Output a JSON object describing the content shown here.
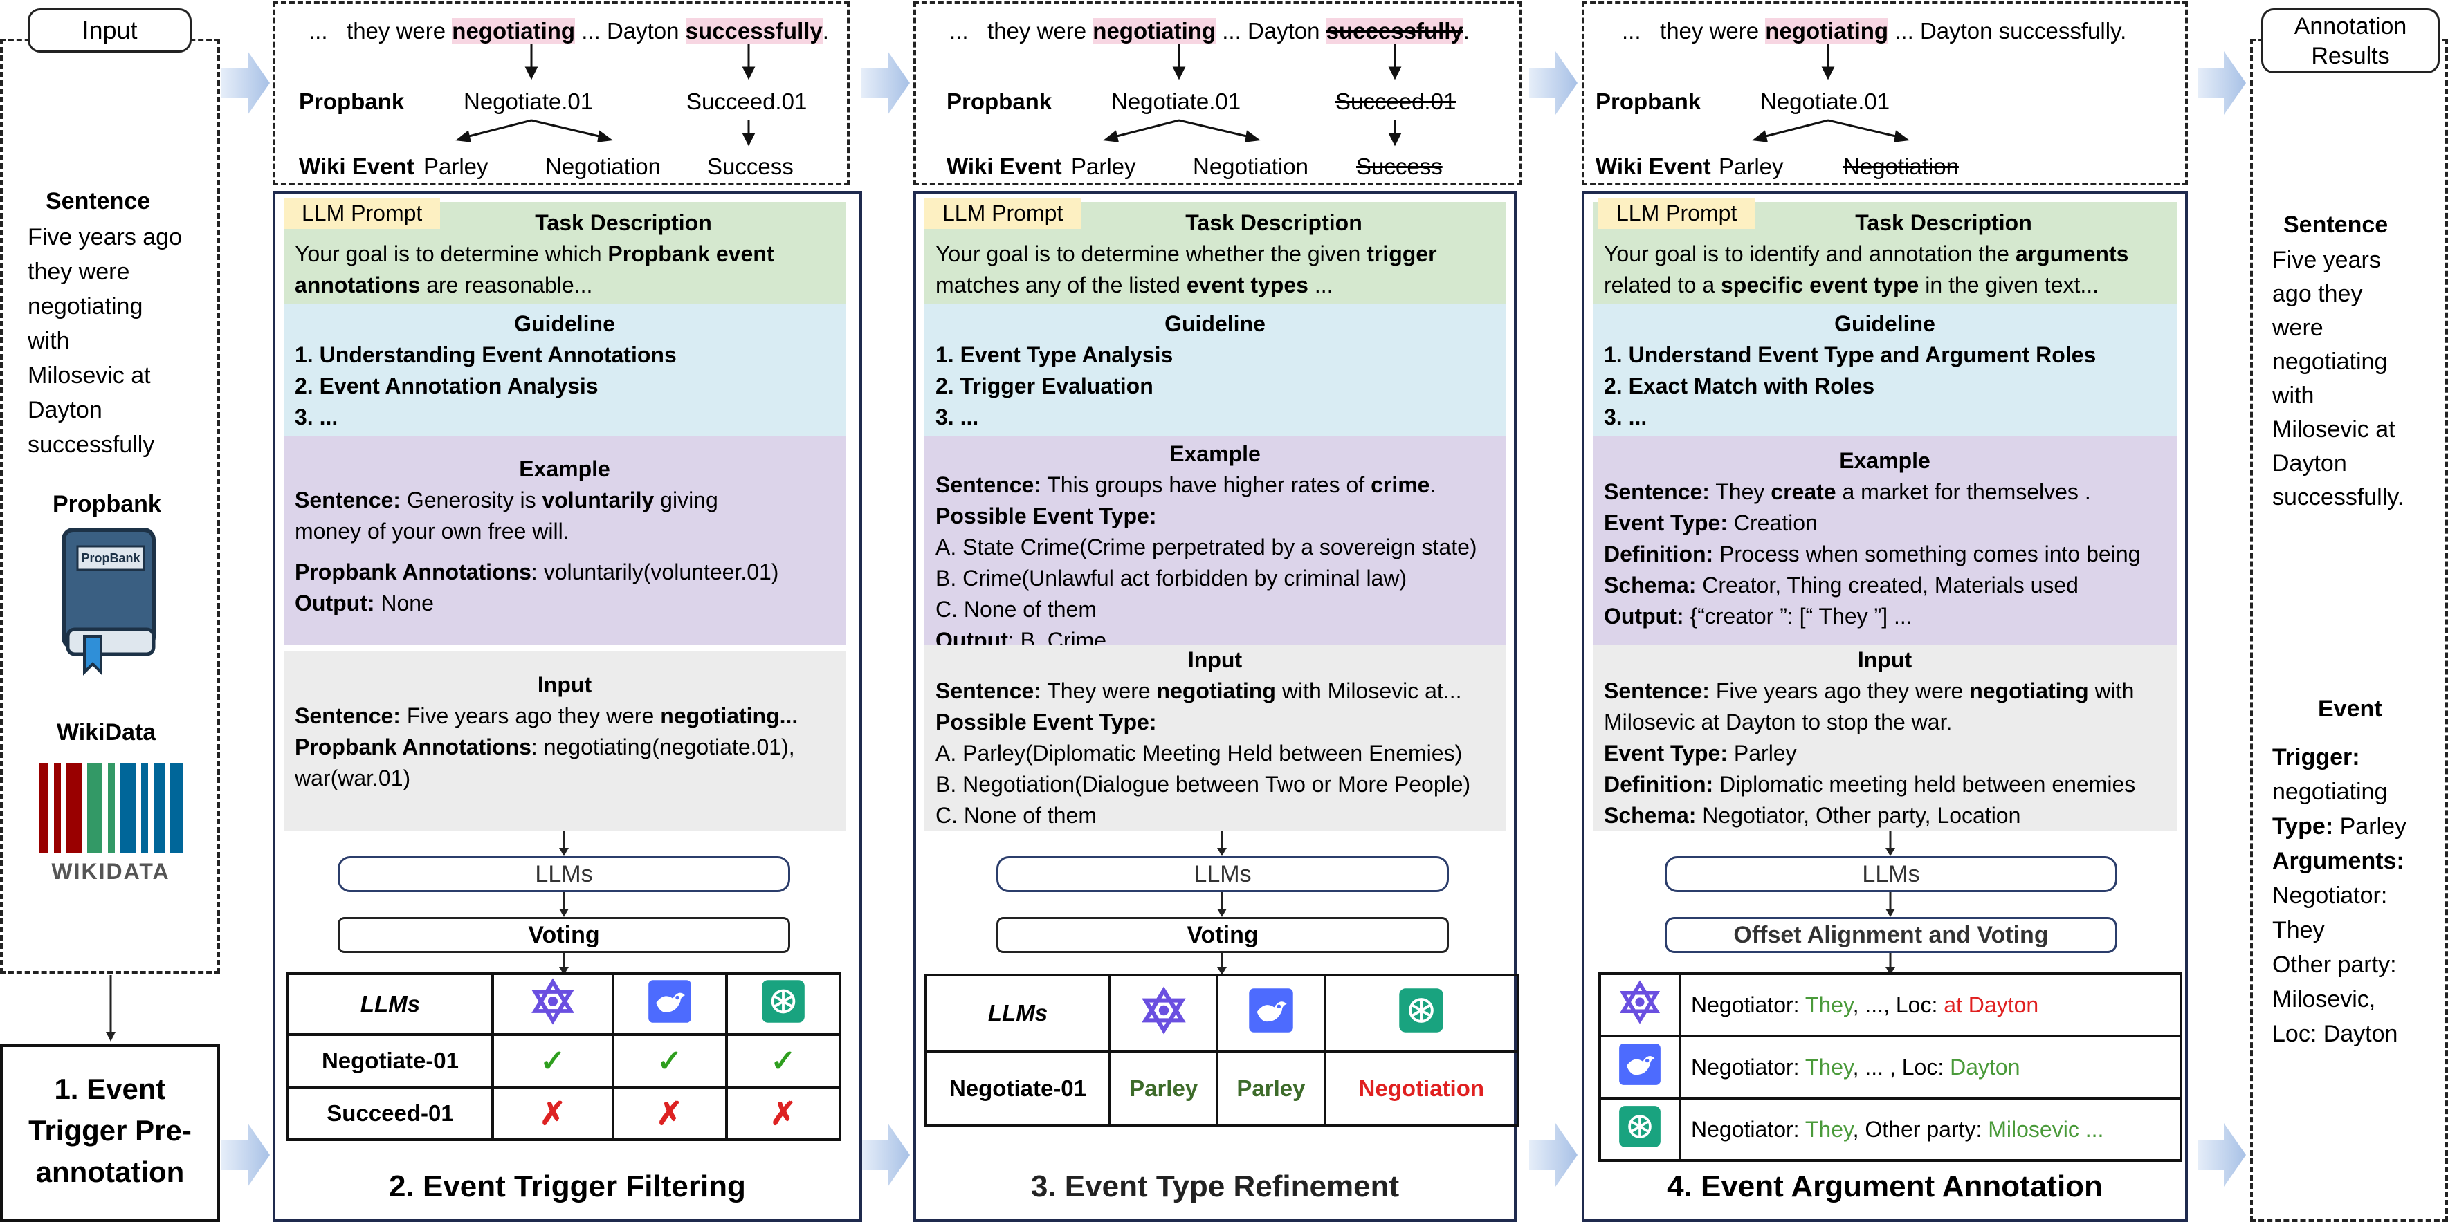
{
  "input_panel": {
    "tab": "Input",
    "sentence_heading": "Sentence",
    "sentence_lines": [
      "Five years ago",
      "they were",
      "negotiating",
      "with",
      "Milosevic at",
      "Dayton",
      "successfully"
    ],
    "propbank_heading": "Propbank",
    "propbank_book_label": "PropBank",
    "wikidata_heading": "WikiData",
    "wikidata_logo_text": "WIKIDATA"
  },
  "step1": {
    "line1": "1. Event",
    "line2": "Trigger Pre-",
    "line3": "annotation"
  },
  "results_panel": {
    "tab_line1": "Annotation",
    "tab_line2": "Results",
    "sentence_heading": "Sentence",
    "sentence_lines": [
      "Five years",
      "ago they",
      "were",
      "negotiating",
      "with",
      "Milosevic at",
      "Dayton",
      "successfully."
    ],
    "event_heading": "Event",
    "trigger_label": "Trigger:",
    "trigger_value": "negotiating",
    "type_label": "Type:",
    "type_value": "Parley",
    "arguments_label": "Arguments:",
    "arg_lines": [
      "Negotiator:",
      "They",
      "Other party:",
      "Milosevic,",
      "Loc: Dayton"
    ]
  },
  "top_common": {
    "ellipsis": "...",
    "they_were": "they were",
    "negotiating": "negotiating",
    "mid": "... Dayton",
    "successfully": "successfully",
    "period": ".",
    "propbank_label": "Propbank",
    "negotiate": "Negotiate.01",
    "succeed": "Succeed.01",
    "wiki_label": "Wiki Event",
    "parley": "Parley",
    "negotiation": "Negotiation",
    "success": "Success",
    "dayton_successfully": "... Dayton successfully."
  },
  "panel2": {
    "llm_prompt_tab": "LLM Prompt",
    "task_heading": "Task Description",
    "task_line1_pre": "Your goal is to determine which ",
    "task_line1_bold": "Propbank event",
    "task_line2_bold": "annotations",
    "task_line2_post": " are reasonable...",
    "guideline_heading": "Guideline",
    "guideline_items": [
      "1. Understanding Event Annotations",
      "2. Event Annotation Analysis",
      "3. ..."
    ],
    "example_heading": "Example",
    "ex_sentence_label": "Sentence:",
    "ex_sentence_pre": " Generosity is ",
    "ex_sentence_bold": "voluntarily",
    "ex_sentence_post": " giving",
    "ex_sentence_line2": "money of your own free will.",
    "ex_pb_label": "Propbank Annotations",
    "ex_pb_value": ": voluntarily(volunteer.01)",
    "ex_output_label": "Output:",
    "ex_output_value": " None",
    "input_heading": "Input",
    "in_sentence_label": "Sentence:",
    "in_sentence_pre": " Five years ago they were ",
    "in_sentence_bold": "negotiating...",
    "in_pb_label": "Propbank Annotations",
    "in_pb_value": ":  negotiating(negotiate.01),",
    "in_pb_line2": "war(war.01)",
    "llms_box": "LLMs",
    "voting_box": "Voting",
    "table_header": "LLMs",
    "row1_label": "Negotiate-01",
    "row1_marks": [
      "✓",
      "✓",
      "✓"
    ],
    "row2_label": "Succeed-01",
    "row2_marks": [
      "✗",
      "✗",
      "✗"
    ],
    "caption": "2. Event Trigger Filtering"
  },
  "panel3": {
    "llm_prompt_tab": "LLM Prompt",
    "task_heading": "Task Description",
    "task_line1_pre": "Your goal is to determine whether the given ",
    "task_line1_bold": "trigger",
    "task_line2_pre": "matches any of the listed ",
    "task_line2_bold": "event types",
    "task_line2_post": " ...",
    "guideline_heading": "Guideline",
    "guideline_items": [
      "1. Event Type Analysis",
      "2. Trigger Evaluation",
      "3. ..."
    ],
    "example_heading": "Example",
    "ex_sentence_label": "Sentence:",
    "ex_sentence_pre": " This groups have higher rates of ",
    "ex_sentence_bold": "crime",
    "ex_sentence_post": ".",
    "ex_pet_label": "Possible Event Type:",
    "ex_options": [
      "A. State Crime(Crime perpetrated by a sovereign state)",
      "B. Crime(Unlawful act forbidden by criminal law)",
      "C. None of them"
    ],
    "ex_output_label": "Output",
    "ex_output_value": ": B. Crime",
    "input_heading": "Input",
    "in_sentence_label": "Sentence:",
    "in_sentence_pre": " They were ",
    "in_sentence_bold": "negotiating",
    "in_sentence_post": " with Milosevic at...",
    "in_pet_label": "Possible Event Type:",
    "in_options": [
      "A. Parley(Diplomatic Meeting Held between Enemies)",
      "B. Negotiation(Dialogue between Two or More People)",
      "C. None of them"
    ],
    "llms_box": "LLMs",
    "voting_box": "Voting",
    "table_header": "LLMs",
    "row_label": "Negotiate-01",
    "row_values": [
      "Parley",
      "Parley",
      "Negotiation"
    ],
    "caption": "3. Event Type Refinement"
  },
  "panel4": {
    "llm_prompt_tab": "LLM Prompt",
    "task_heading": "Task Description",
    "task_line1_pre": "Your goal is to identify and annotation the ",
    "task_line1_bold": "arguments",
    "task_line2_pre": "related to a ",
    "task_line2_bold": "specific event type",
    "task_line2_post": " in the given text...",
    "guideline_heading": "Guideline",
    "guideline_items": [
      "1. Understand Event Type and Argument Roles",
      "2. Exact Match with Roles",
      "3. ..."
    ],
    "example_heading": "Example",
    "ex_sentence_label": "Sentence:",
    "ex_sentence_pre": " They ",
    "ex_sentence_bold": "create",
    "ex_sentence_post": " a market for themselves .",
    "ex_type_label": "Event Type:",
    "ex_type_value": " Creation",
    "ex_def_label": "Definition:",
    "ex_def_value": " Process when something comes into being",
    "ex_schema_label": "Schema:",
    "ex_schema_value": " Creator, Thing created, Materials used",
    "ex_output_label": "Output:",
    "ex_output_value": " {“creator ”: [“ They ”] ...",
    "input_heading": "Input",
    "in_sentence_label": "Sentence:",
    "in_sentence_pre": " Five years ago they were ",
    "in_sentence_bold": "negotiating",
    "in_sentence_post": " with",
    "in_sentence_line2": "Milosevic at Dayton to stop the war.",
    "in_type_label": "Event Type:",
    "in_type_value": " Parley",
    "in_def_label": "Definition:",
    "in_def_value": " Diplomatic meeting held between enemies",
    "in_schema_label": "Schema:",
    "in_schema_value": " Negotiator, Other party, Location",
    "llms_box": "LLMs",
    "align_box": "Offset Alignment and Voting",
    "rows": [
      {
        "neg": "Negotiator: ",
        "they": "They",
        "mid": ", ..., Loc: ",
        "loc": "at Dayton"
      },
      {
        "neg": "Negotiator: ",
        "they": "They",
        "mid": ", ... , Loc: ",
        "loc": "Dayton"
      },
      {
        "neg": "Negotiator: ",
        "they": "They",
        "mid": ", Other party: ",
        "loc": "Milosevic ..."
      }
    ],
    "caption": "4. Event Argument Annotation"
  },
  "colors": {
    "green_text": "#4a9a3a",
    "red_text": "#e02020",
    "check": "#2e9e1e",
    "cross": "#d22"
  }
}
